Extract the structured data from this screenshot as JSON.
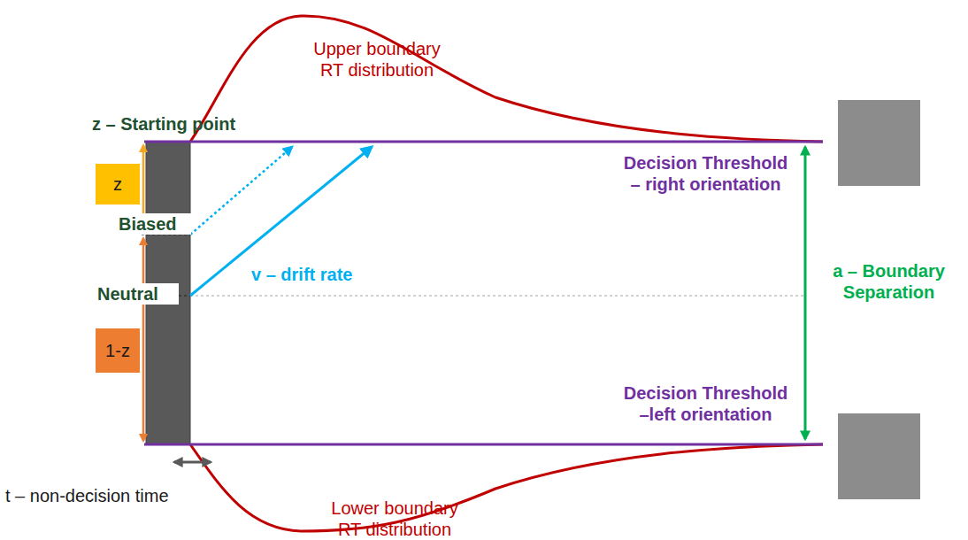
{
  "diagram": {
    "nodes": [
      {
        "text": [
          "z"
        ]
      },
      {
        "text": [
          "1-z"
        ]
      }
    ],
    "labels": [
      "Upper boundary RT distribution",
      "z – Starting point",
      "Biased",
      "Neutral",
      "v – drift rate",
      "Decision Threshold – right orientation",
      "a – Boundary Separation",
      "Decision Threshold –left orientation",
      "t – non-decision time",
      "Lower boundary RT distribution"
    ]
  }
}
